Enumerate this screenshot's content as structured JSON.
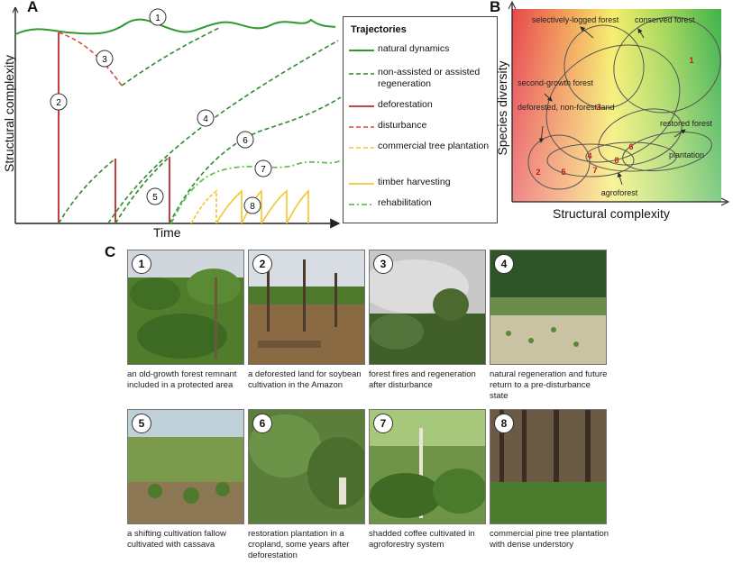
{
  "panelA": {
    "letter": "A",
    "ylabel": "Structural complexity",
    "xlabel": "Time",
    "markers": [
      "1",
      "2",
      "3",
      "4",
      "5",
      "6",
      "7",
      "8"
    ],
    "legend": {
      "title": "Trajectories",
      "items": [
        {
          "label": "natural dynamics",
          "color": "#2f9a2f",
          "style": "solid"
        },
        {
          "label": "non-assisted or assisted regeneration",
          "color": "#2f8a2f",
          "style": "dashed"
        },
        {
          "label": "deforestation",
          "color": "#c0282d",
          "style": "solid"
        },
        {
          "label": "disturbance",
          "color": "#e04a3a",
          "style": "dashed"
        },
        {
          "label": "commercial tree plantation",
          "color": "#f2c72e",
          "style": "dashed"
        },
        {
          "label": "timber harvesting",
          "color": "#f2c72e",
          "style": "solid"
        },
        {
          "label": "rehabilitation",
          "color": "#5fc24a",
          "style": "dashdot"
        }
      ]
    }
  },
  "panelB": {
    "letter": "B",
    "ylabel": "Species diversity",
    "xlabel": "Structural complexity",
    "labels": [
      "selectively-logged forest",
      "conserved forest",
      "second-growth forest",
      "deforested, non-forest land",
      "restored forest",
      "plantation",
      "agroforest"
    ],
    "numbers": [
      "1",
      "2",
      "3",
      "4",
      "5",
      "6",
      "7",
      "8"
    ]
  },
  "panelC": {
    "letter": "C",
    "photos": [
      {
        "num": "1",
        "caption": "an old-growth forest remnant included in a protected area"
      },
      {
        "num": "2",
        "caption": "a deforested land for soybean cultivation in the Amazon"
      },
      {
        "num": "3",
        "caption": "forest fires and regeneration after disturbance"
      },
      {
        "num": "4",
        "caption": "natural regeneration and future return to a pre-disturbance state"
      },
      {
        "num": "5",
        "caption": "a shifting cultivation fallow cultivated with cassava"
      },
      {
        "num": "6",
        "caption": "restoration plantation in a cropland, some years after deforestation"
      },
      {
        "num": "7",
        "caption": "shadded coffee cultivated in agroforestry system"
      },
      {
        "num": "8",
        "caption": "commercial pine tree plantation with dense understory"
      }
    ]
  }
}
